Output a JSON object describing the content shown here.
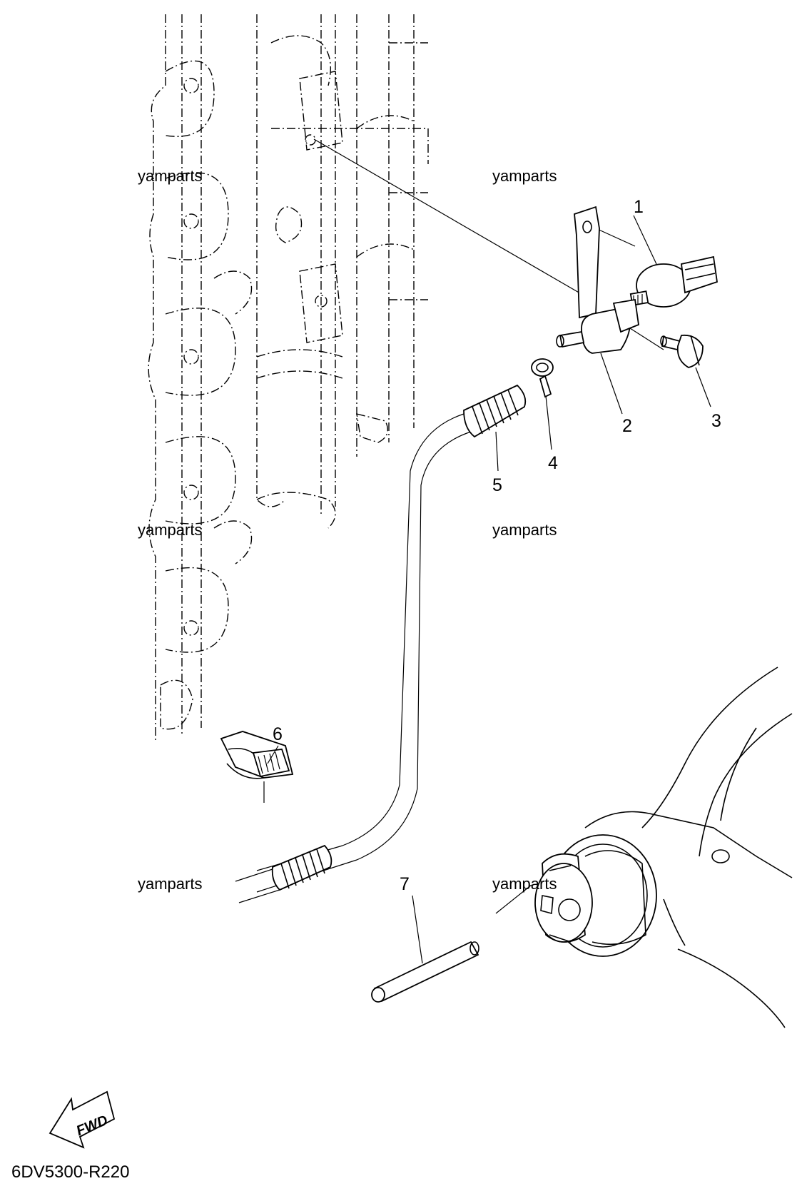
{
  "watermark": "yamparts",
  "callouts": [
    "1",
    "2",
    "3",
    "4",
    "5",
    "6",
    "7"
  ],
  "fwd_label": "FWD",
  "drawing_code": "6DV5300-R220"
}
